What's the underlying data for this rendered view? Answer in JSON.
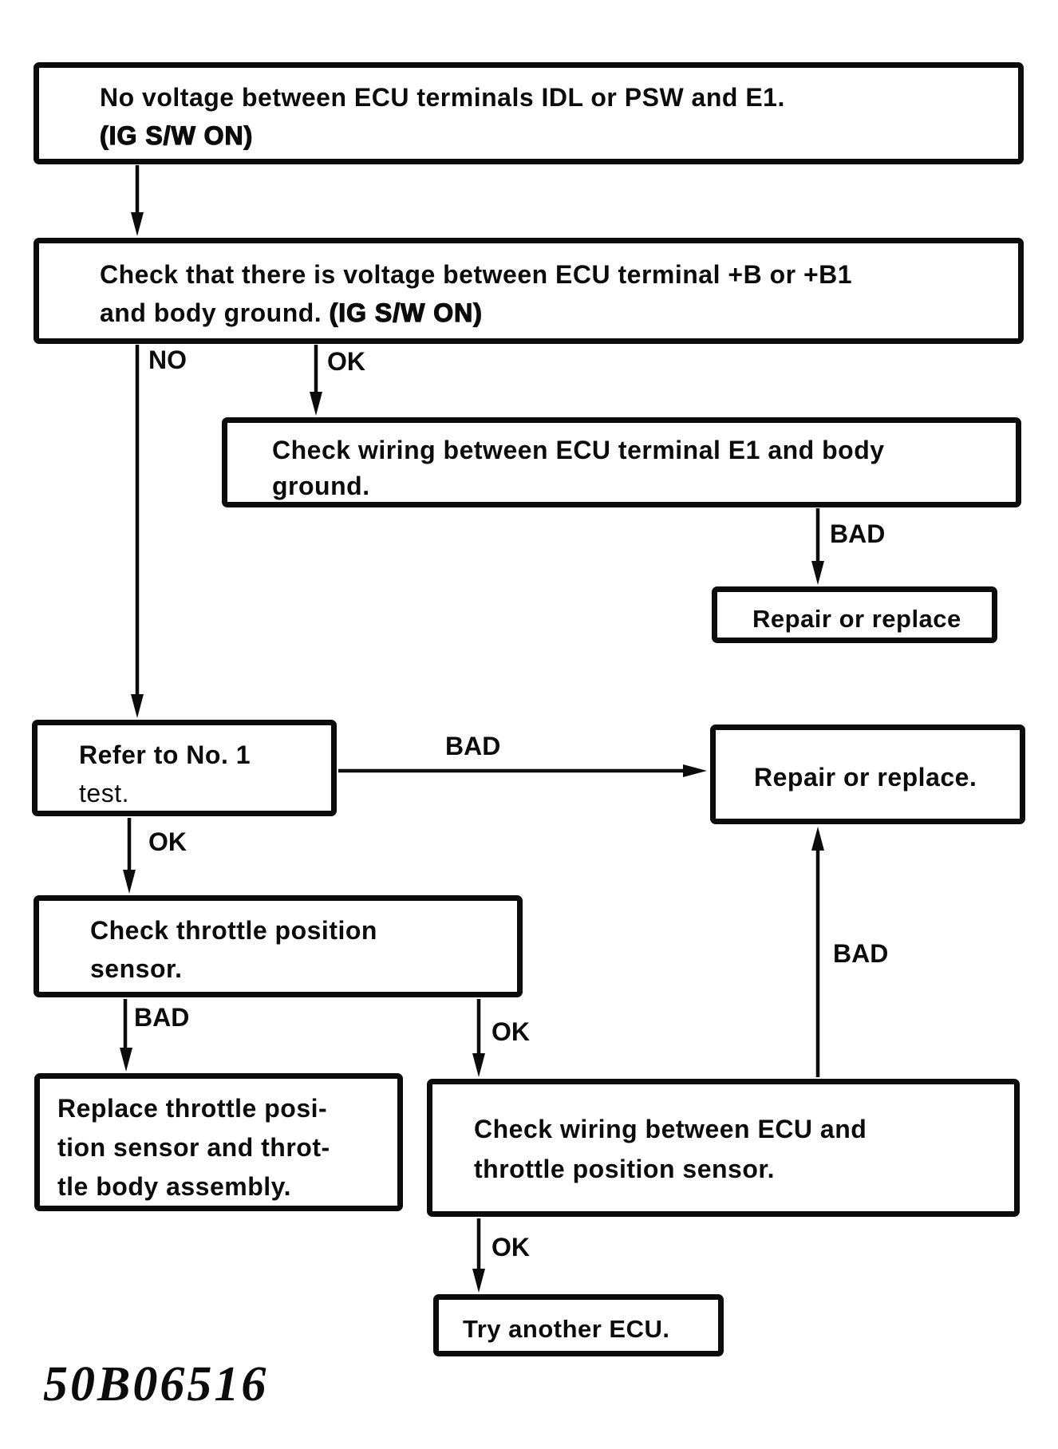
{
  "figure": {
    "code": "50B06516"
  },
  "nodes": {
    "start": {
      "line1": "No voltage between ECU terminals IDL or PSW and E1.",
      "line2": "(IG S/W ON)"
    },
    "check_voltage": {
      "line1": "Check that there is voltage between ECU terminal +B or +B1",
      "line2_prefix": "and body ground. ",
      "line2_bold": "(IG S/W ON)"
    },
    "check_wiring_e1": {
      "line1": "Check wiring between ECU terminal E1 and body",
      "line2": "ground."
    },
    "repair_replace_1": {
      "text": "Repair or replace"
    },
    "refer_no1_test": {
      "line1": "Refer to No. 1",
      "line2": "test."
    },
    "repair_replace_2": {
      "text": "Repair or replace."
    },
    "check_tps": {
      "line1": "Check throttle position",
      "line2": "sensor."
    },
    "replace_tps": {
      "line1": "Replace throttle posi-",
      "line2": "tion sensor and throt-",
      "line3": "tle body assembly."
    },
    "check_wiring_tps": {
      "line1": "Check wiring between ECU and",
      "line2": "throttle position sensor."
    },
    "try_another_ecu": {
      "text": "Try another ECU."
    }
  },
  "edge_labels": {
    "check_voltage_no": "NO",
    "check_voltage_ok": "OK",
    "wiring_e1_bad": "BAD",
    "refer_test_bad": "BAD",
    "refer_test_ok": "OK",
    "tps_bad": "BAD",
    "tps_ok": "OK",
    "wiring_tps_bad": "BAD",
    "wiring_tps_ok": "OK"
  }
}
